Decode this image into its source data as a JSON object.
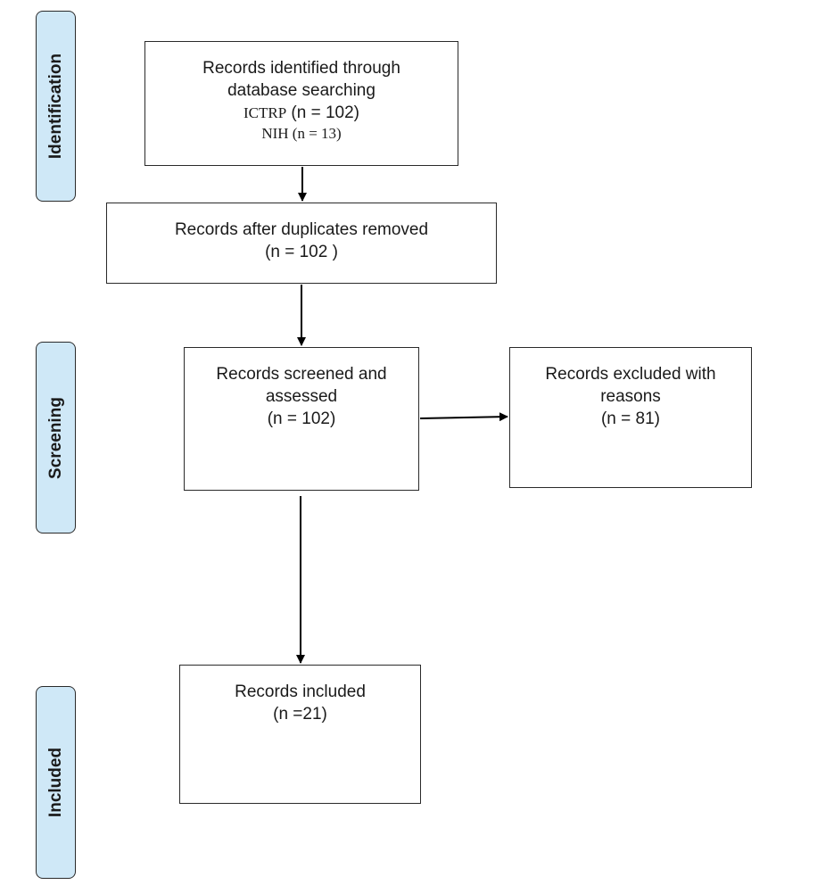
{
  "stages": {
    "identification": "Identification",
    "screening": "Screening",
    "included": "Included"
  },
  "boxes": {
    "identified": {
      "line1": "Records identified through",
      "line2": "database searching",
      "line3_a": "ICTRP",
      "line3_b": " (n = 102)",
      "line4": "NIH (n = 13)"
    },
    "duplicates": {
      "line1": "Records after duplicates removed",
      "line2": "(n =  102 )"
    },
    "screened": {
      "line1": "Records screened and",
      "line2": "assessed",
      "line3": "(n = 102)"
    },
    "excluded": {
      "line1": "Records excluded with",
      "line2": "reasons",
      "line3": "(n =  81)"
    },
    "included": {
      "line1": "Records included",
      "line2": "(n =21)"
    }
  }
}
